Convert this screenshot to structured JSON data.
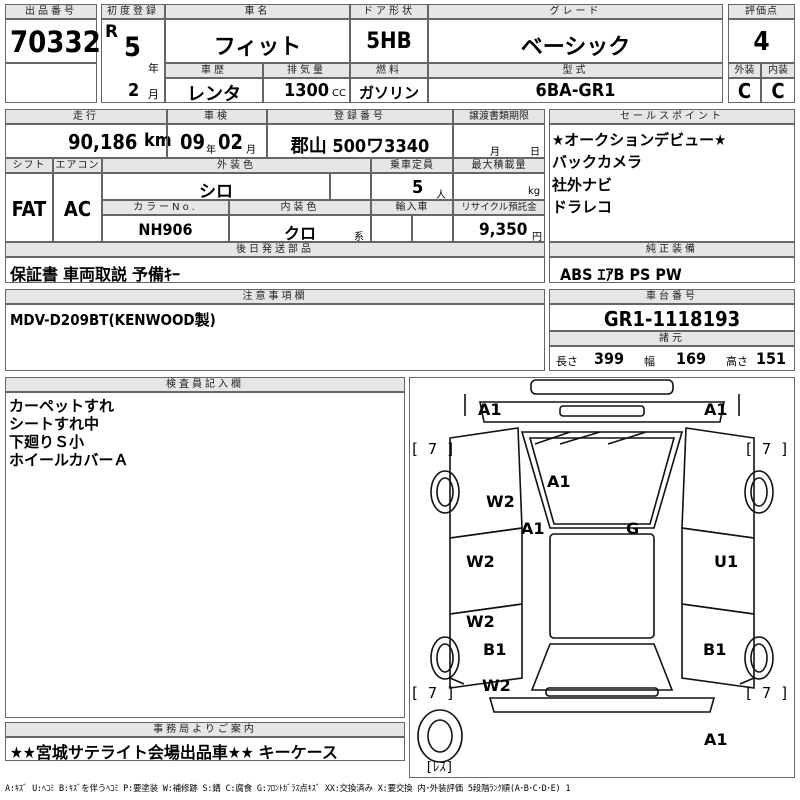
{
  "header": {
    "lot_label": "出品番号",
    "lot_no": "70332",
    "reg_label": "初度登録",
    "era": "R",
    "reg_year": "5",
    "year_unit": "年",
    "reg_month": "2",
    "month_unit": "月",
    "name_label": "車名",
    "name": "フィット",
    "door_label": "ドア形状",
    "door": "5HB",
    "grade_label": "グレード",
    "grade": "ベーシック",
    "score_label": "評価点",
    "score": "4",
    "history_label": "車歴",
    "history": "レンタ",
    "disp_label": "排気量",
    "disp": "1300",
    "disp_unit": "CC",
    "fuel_label": "燃料",
    "fuel": "ガソリン",
    "model_label": "型式",
    "model": "6BA-GR1",
    "ext_label": "外装",
    "ext": "C",
    "int_label": "内装",
    "int": "C"
  },
  "details": {
    "mileage_label": "走行",
    "mileage": "90,186",
    "mileage_unit": "km",
    "inspection_label": "車検",
    "insp_year": "09",
    "insp_month": "02",
    "year_unit": "年",
    "month_unit": "月",
    "plate_label": "登録番号",
    "plate": "郡山 500ワ3340",
    "transfer_label": "譲渡書類期限",
    "transfer_month": "月",
    "transfer_day": "日",
    "shift_label": "シフト",
    "shift": "FAT",
    "ac_label": "エアコン",
    "ac": "AC",
    "color_label": "外装色",
    "color": "シロ",
    "capacity_label": "乗車定員",
    "capacity": "5",
    "capacity_unit": "人",
    "load_label": "最大積載量",
    "load_unit": "kg",
    "colorno_label": "カラーNo.",
    "colorno": "NH906",
    "intcolor_label": "内装色",
    "intcolor": "クロ",
    "intcolor_unit": "系",
    "import_label": "輸入車",
    "recycle_label": "リサイクル預託金",
    "recycle": "9,350",
    "recycle_unit": "円"
  },
  "sales_points": {
    "label": "セールスポイント",
    "items": [
      "★オークションデビュー★",
      "バックカメラ",
      "社外ナビ",
      "ドラレコ"
    ]
  },
  "later_parts": {
    "label": "後日発送部品",
    "text": "保証書 車両取説 予備ｷｰ"
  },
  "factory_equip": {
    "label": "純正装備",
    "text": "ABS ｴｱB PS PW"
  },
  "notes": {
    "label": "注意事項欄",
    "text": "MDV-D209BT(KENWOOD製)"
  },
  "chassis": {
    "label": "車台番号",
    "number": "GR1-1118193",
    "spec_label": "諸元",
    "length_label": "長さ",
    "length": "399",
    "width_label": "幅",
    "width": "169",
    "height_label": "高さ",
    "height": "151"
  },
  "inspector": {
    "label": "検査員記入欄",
    "lines": [
      "カーペットすれ",
      "シートすれ中",
      "下廻りＳ小",
      "ホイールカバーＡ"
    ]
  },
  "office": {
    "label": "事務局よりご案内",
    "text": "★★宮城サテライト会場出品車★★ キーケース"
  },
  "diagram": {
    "marks": [
      "A1",
      "A1",
      "A1",
      "A1",
      "G",
      "W2",
      "W2",
      "W2",
      "U1",
      "B1",
      "B1",
      "W2",
      "A1"
    ],
    "brackets": [
      "[ 7 ]",
      "[ 7 ]",
      "[ 7 ]",
      "[ 7 ]",
      "[ﾚｽ]"
    ]
  },
  "footer": {
    "legend": "A:ｷｽﾞ U:ﾍｺﾐ B:ｷｽﾞを伴うﾍｺﾐ P:要塗装 W:補修跡 S:錆 C:腐食 G:ﾌﾛﾝﾄｶﾞﾗｽ点ｷｽﾞ XX:交換済み X:要交換  内･外装評価  5段階ﾗﾝｸ順(A･B･C･D･E) 1"
  }
}
